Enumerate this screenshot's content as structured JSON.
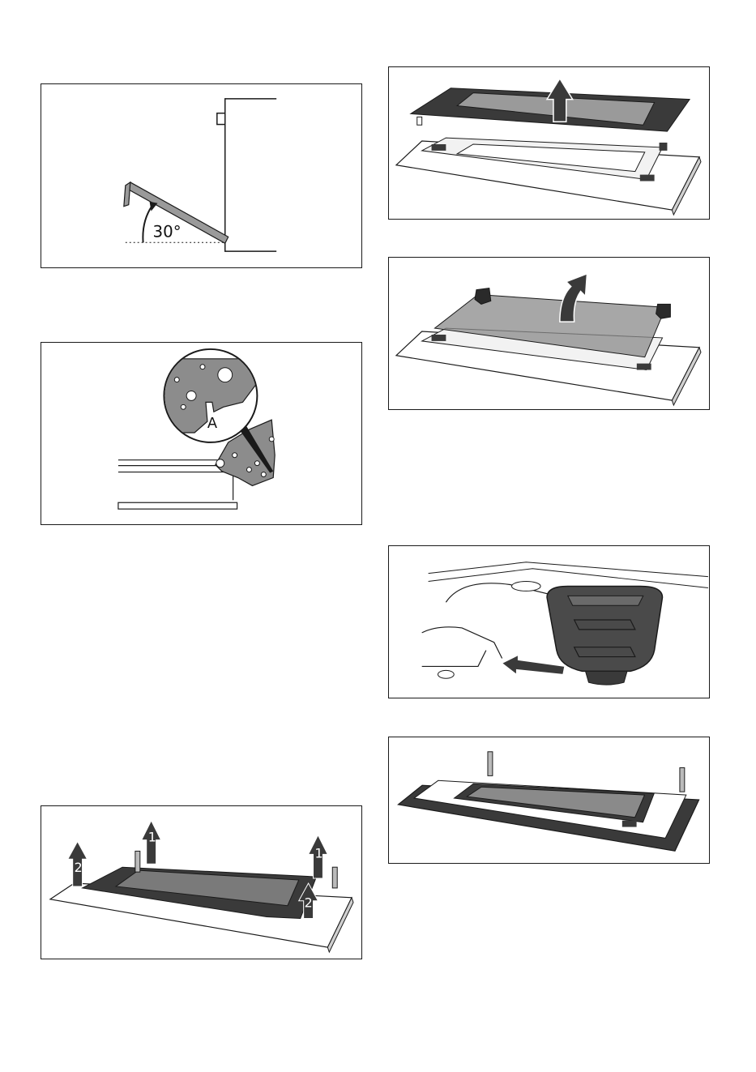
{
  "figures": {
    "door_angle": {
      "angle_label": "30°"
    },
    "hinge_detail": {
      "callout_label": "A"
    },
    "lift_frame": {
      "arrow_1_label": "1",
      "arrow_2_label": "2"
    }
  },
  "colors": {
    "outline": "#1a1a1a",
    "dark_panel": "#3a3a3a",
    "mid_gray": "#7a7a7a",
    "light_gray": "#bdbdbd",
    "glass_gray": "#8a8a8a"
  }
}
